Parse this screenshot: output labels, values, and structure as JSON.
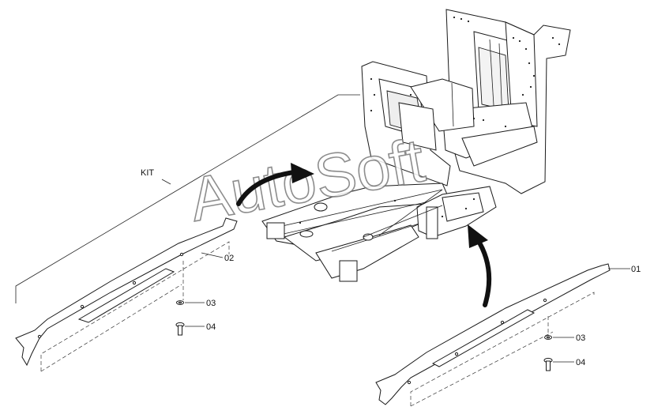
{
  "callouts": {
    "kit": "KIT",
    "left_rail": "02",
    "left_washer": "03",
    "left_screw": "04",
    "right_rail": "01",
    "right_washer": "03",
    "right_screw": "04"
  },
  "watermark": "AutoSoft",
  "colors": {
    "line": "#1a1a1a",
    "watermark_outline": "#7a7a7a",
    "arrow": "#111111"
  }
}
